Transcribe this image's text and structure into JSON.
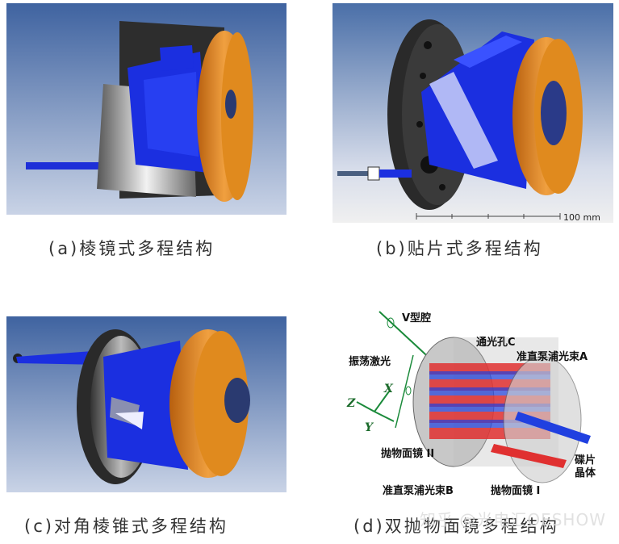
{
  "captions": {
    "a": "(a)棱镜式多程结构",
    "b": "(b)贴片式多程结构",
    "c": "(c)对角棱锥式多程结构",
    "d": "(d)双抛物面镜多程结构"
  },
  "panel_b": {
    "scale_label": "100 mm"
  },
  "panel_d": {
    "labels": {
      "v_cavity": "V型腔",
      "osc_laser": "振荡激光",
      "through_hole": "通光孔C",
      "pump_a": "准直泵浦光束A",
      "mirror_2": "抛物面镜 II",
      "pump_b": "准直泵浦光束B",
      "mirror_1": "抛物面镜 I",
      "disk_crystal_1": "碟片",
      "disk_crystal_2": "晶体",
      "axis_x": "X",
      "axis_y": "Y",
      "axis_z": "Z"
    }
  },
  "watermark": "知乎 @光电汇OESHOW",
  "colors": {
    "bg_gradient_top": "#4a6fa8",
    "bg_gradient_bottom": "#c6d0e3",
    "orange_disk": "#e08a1e",
    "blue_structure": "#1b2fe0",
    "dark_housing": "#2a2a2a",
    "red_beam": "#e03030"
  }
}
